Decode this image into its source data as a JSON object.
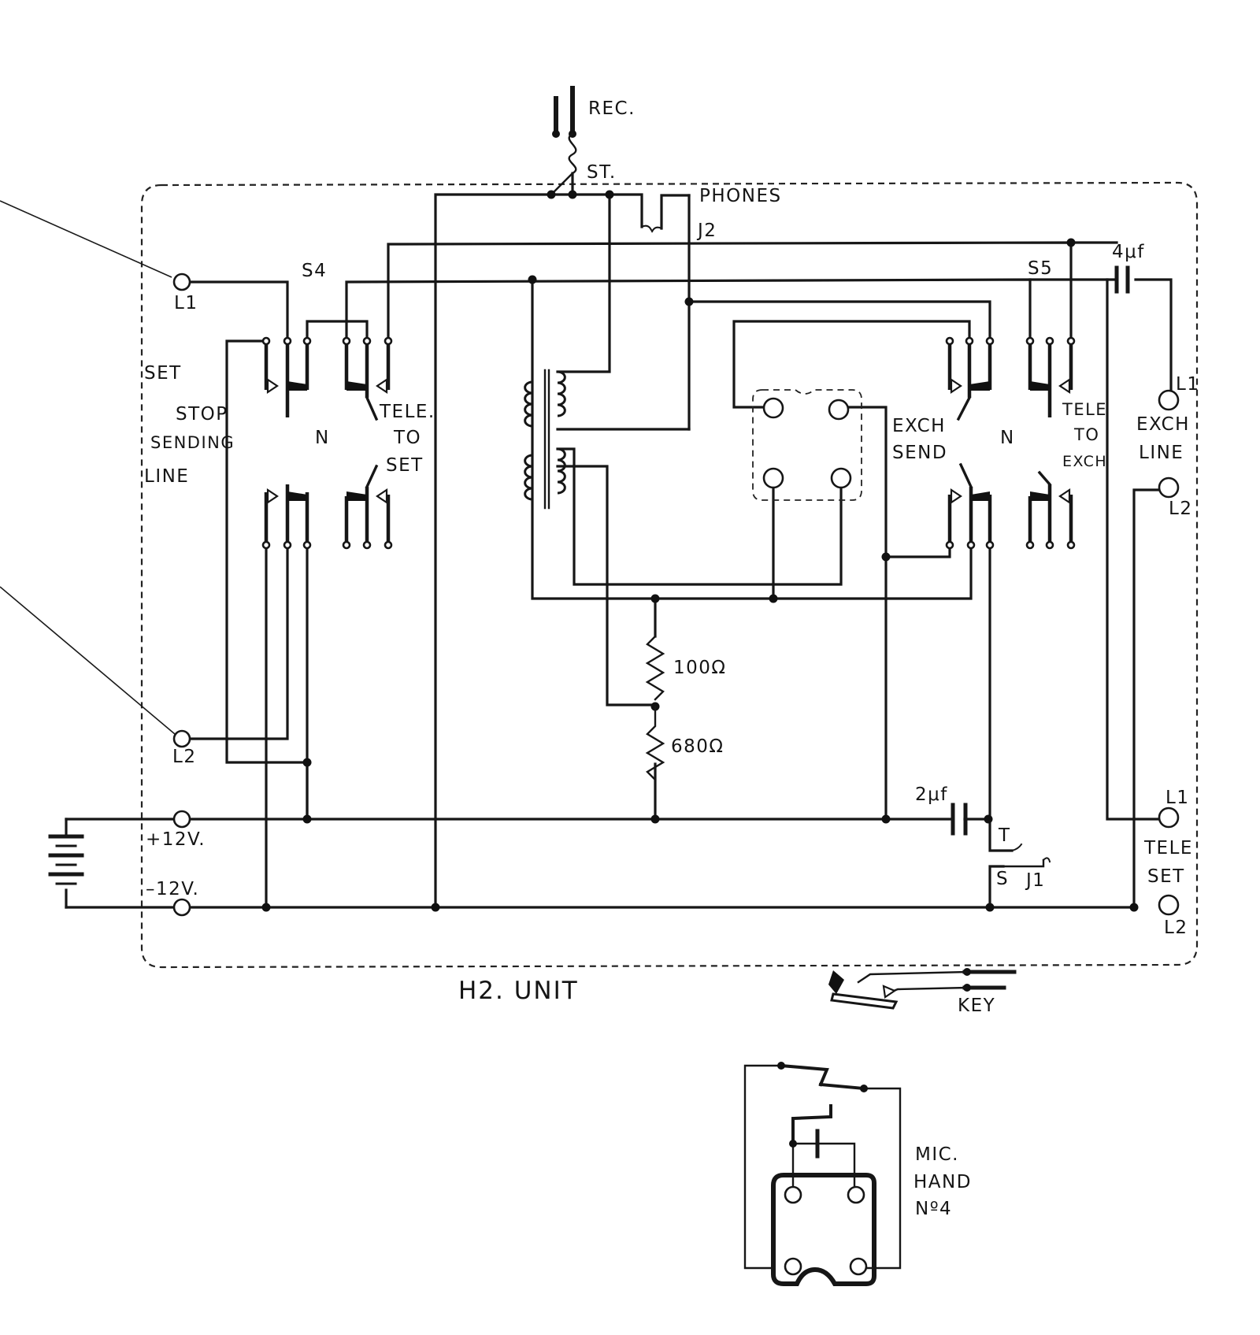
{
  "labels": {
    "rec": "REC.",
    "st": "ST.",
    "phones": "PHONES",
    "j2": "J2",
    "cap_4uf": "4μf",
    "s4": "S4",
    "s5": "S5",
    "set_l1": "L1",
    "set_l2": "L2",
    "set": "SET",
    "stop": "STOP",
    "sending": "SENDING",
    "line": "LINE",
    "n_left": "N",
    "n_right": "N",
    "tele_to_set_1": "TELE.",
    "tele_to_set_2": "TO",
    "tele_to_set_3": "SET",
    "exch": "EXCH",
    "send": "SEND",
    "tele_to_exch_1": "TELE",
    "tele_to_exch_2": "TO",
    "tele_to_exch_3": "EXCH",
    "exch_l1": "L1",
    "exch_line_1": "EXCH",
    "exch_line_2": "LINE",
    "exch_l2": "L2",
    "res_100": "100Ω",
    "res_680": "680Ω",
    "cap_2uf": "2μf",
    "t": "T",
    "s": "S",
    "j1": "J1",
    "tele_l1": "L1",
    "tele_set_1": "TELE",
    "tele_set_2": "SET",
    "tele_l2": "L2",
    "plus_12v": "+12V.",
    "minus_12v": "–12V.",
    "h2_unit": "H2. UNIT",
    "key": "KEY",
    "mic_1": "MIC.",
    "mic_2": "HAND",
    "mic_3": "Nº4"
  }
}
